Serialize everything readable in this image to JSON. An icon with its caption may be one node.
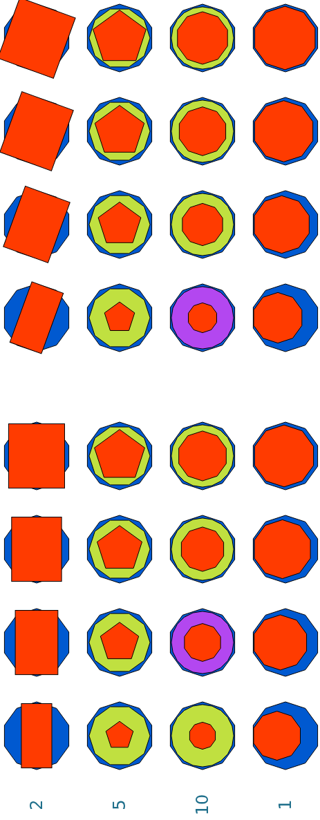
{
  "diagram": {
    "labels": [
      "2",
      "5",
      "10",
      "1"
    ]
  }
}
